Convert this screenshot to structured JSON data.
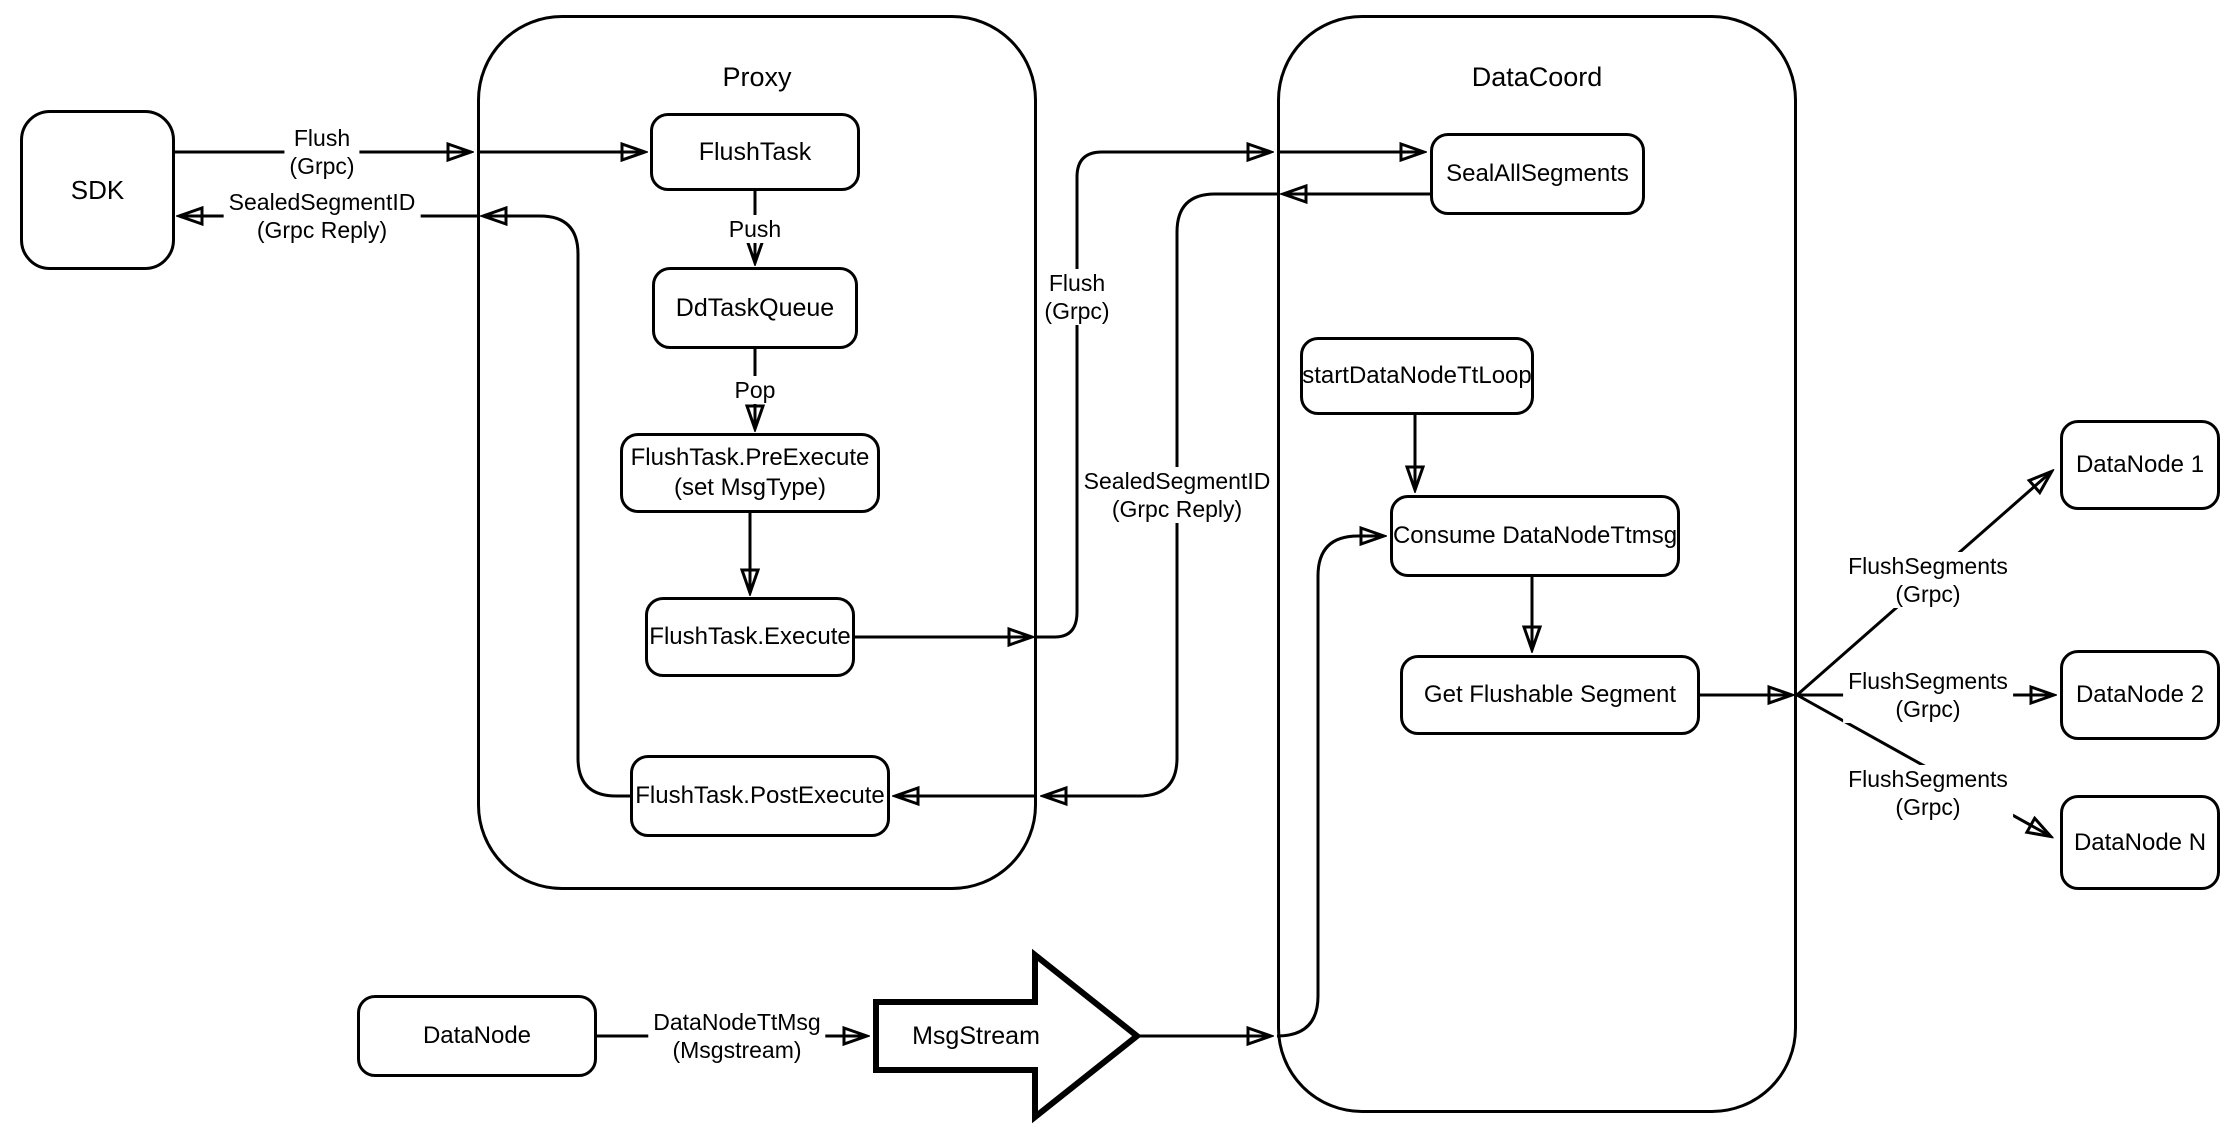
{
  "diagram": {
    "background": "#ffffff",
    "stroke_color": "#000000",
    "containers": {
      "proxy": {
        "title": "Proxy"
      },
      "datacoord": {
        "title": "DataCoord"
      }
    },
    "nodes": {
      "sdk": {
        "label": "SDK"
      },
      "flush_task": {
        "label": "FlushTask"
      },
      "dd_task_queue": {
        "label": "DdTaskQueue"
      },
      "pre_execute": {
        "label": "FlushTask.PreExecute",
        "sublabel": "(set MsgType)"
      },
      "execute": {
        "label": "FlushTask.Execute"
      },
      "post_execute": {
        "label": "FlushTask.PostExecute"
      },
      "seal_all_segments": {
        "label": "SealAllSegments"
      },
      "start_datanode_tt_loop": {
        "label": "startDataNodeTtLoop"
      },
      "consume_datanode_ttmsg": {
        "label": "Consume DataNodeTtmsg"
      },
      "get_flushable_segment": {
        "label": "Get Flushable Segment"
      },
      "datanode_1": {
        "label": "DataNode 1"
      },
      "datanode_2": {
        "label": "DataNode 2"
      },
      "datanode_n": {
        "label": "DataNode N"
      },
      "datanode_source": {
        "label": "DataNode"
      },
      "msgstream": {
        "label": "MsgStream"
      }
    },
    "edge_labels": {
      "flush_sdk": {
        "line1": "Flush",
        "line2": "(Grpc)"
      },
      "sealed_sdk": {
        "line1": "SealedSegmentID",
        "line2": "(Grpc Reply)"
      },
      "push": {
        "line1": "Push"
      },
      "pop": {
        "line1": "Pop"
      },
      "flush_mid": {
        "line1": "Flush",
        "line2": "(Grpc)"
      },
      "sealed_mid": {
        "line1": "SealedSegmentID",
        "line2": "(Grpc Reply)"
      },
      "flush_segments_1": {
        "line1": "FlushSegments",
        "line2": "(Grpc)"
      },
      "flush_segments_2": {
        "line1": "FlushSegments",
        "line2": "(Grpc)"
      },
      "flush_segments_3": {
        "line1": "FlushSegments",
        "line2": "(Grpc)"
      },
      "datanode_ttmsg": {
        "line1": "DataNodeTtMsg",
        "line2": "(Msgstream)"
      }
    }
  }
}
